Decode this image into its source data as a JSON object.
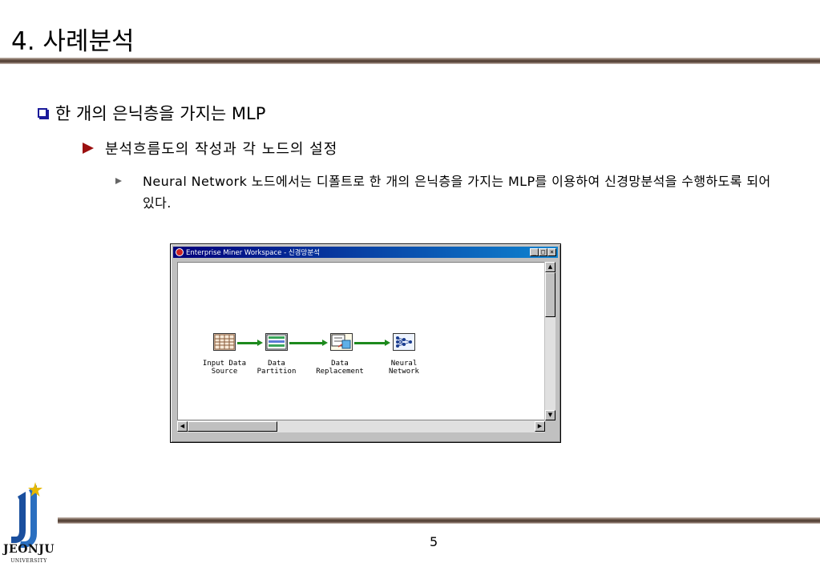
{
  "slide": {
    "title": "4. 사례분석",
    "bullet1": "한 개의 은닉층을 가지는 MLP",
    "bullet2": "분석흐름도의 작성과 각 노드의 설정",
    "bullet3": "Neural Network 노드에서는 디폴트로 한 개의 은닉층을 가지는 MLP를 이용하여 신경망분석을 수행하도록 되어 있다.",
    "page_number": "5"
  },
  "window": {
    "title": "Enterprise Miner Workspace - 신경망분석",
    "buttons": {
      "minimize": "_",
      "maximize": "□",
      "close": "×"
    },
    "nodes": [
      {
        "id": "input",
        "label": "Input Data\nSource",
        "icon": "table-icon"
      },
      {
        "id": "partition",
        "label": "Data\nPartition",
        "icon": "partition-icon"
      },
      {
        "id": "replacement",
        "label": "Data\nReplacement",
        "icon": "replacement-icon"
      },
      {
        "id": "neural",
        "label": "Neural\nNetwork",
        "icon": "neural-network-icon"
      }
    ]
  },
  "logo": {
    "name": "JEONJU",
    "sub": "UNIVERSITY"
  },
  "colors": {
    "rule": "#4d3b32",
    "bullet_square": "#1a1a9a",
    "arrow_bullet": "#9b1010",
    "connector": "#1d8a1d",
    "titlebar": "#00007b"
  }
}
